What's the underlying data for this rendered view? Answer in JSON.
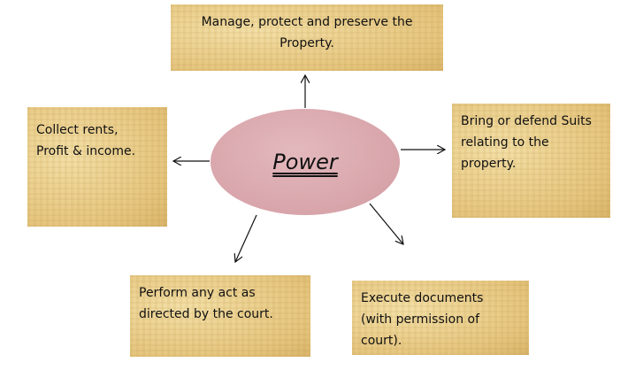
{
  "center": {
    "label": "Power"
  },
  "boxes": {
    "top": "Manage, protect and preserve the Property.",
    "left": "Collect rents, Profit & income.",
    "right": "Bring or defend Suits relating to the property.",
    "bottom_left": "Perform any act as directed by the court.",
    "bottom_right": "Execute documents (with permission of court)."
  }
}
